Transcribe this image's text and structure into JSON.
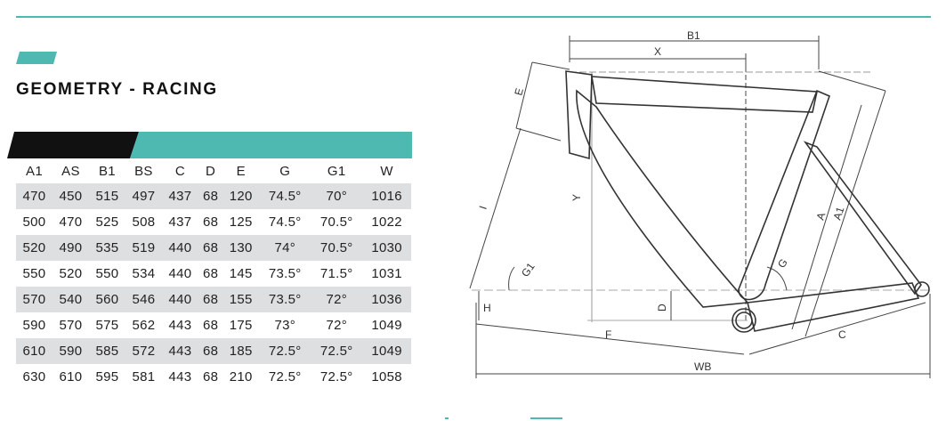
{
  "title": "GEOMETRY - RACING",
  "colors": {
    "accent": "#4db9b1",
    "dark": "#111111",
    "row_shade": "#dedfe1"
  },
  "table": {
    "columns": [
      "A1",
      "AS",
      "B1",
      "BS",
      "C",
      "D",
      "E",
      "G",
      "G1",
      "W"
    ],
    "rows": [
      [
        "470",
        "450",
        "515",
        "497",
        "437",
        "68",
        "120",
        "74.5°",
        "70°",
        "1016"
      ],
      [
        "500",
        "470",
        "525",
        "508",
        "437",
        "68",
        "125",
        "74.5°",
        "70.5°",
        "1022"
      ],
      [
        "520",
        "490",
        "535",
        "519",
        "440",
        "68",
        "130",
        "74°",
        "70.5°",
        "1030"
      ],
      [
        "550",
        "520",
        "550",
        "534",
        "440",
        "68",
        "145",
        "73.5°",
        "71.5°",
        "1031"
      ],
      [
        "570",
        "540",
        "560",
        "546",
        "440",
        "68",
        "155",
        "73.5°",
        "72°",
        "1036"
      ],
      [
        "590",
        "570",
        "575",
        "562",
        "443",
        "68",
        "175",
        "73°",
        "72°",
        "1049"
      ],
      [
        "610",
        "590",
        "585",
        "572",
        "443",
        "68",
        "185",
        "72.5°",
        "72.5°",
        "1049"
      ],
      [
        "630",
        "610",
        "595",
        "581",
        "443",
        "68",
        "210",
        "72.5°",
        "72.5°",
        "1058"
      ]
    ]
  },
  "diagram": {
    "labels": {
      "b1": "B1",
      "x": "X",
      "e": "E",
      "y": "Y",
      "i": "I",
      "a": "A",
      "a1": "A1",
      "g": "G",
      "g1": "G1",
      "h": "H",
      "d": "D",
      "f": "F",
      "c": "C",
      "wb": "WB"
    }
  }
}
